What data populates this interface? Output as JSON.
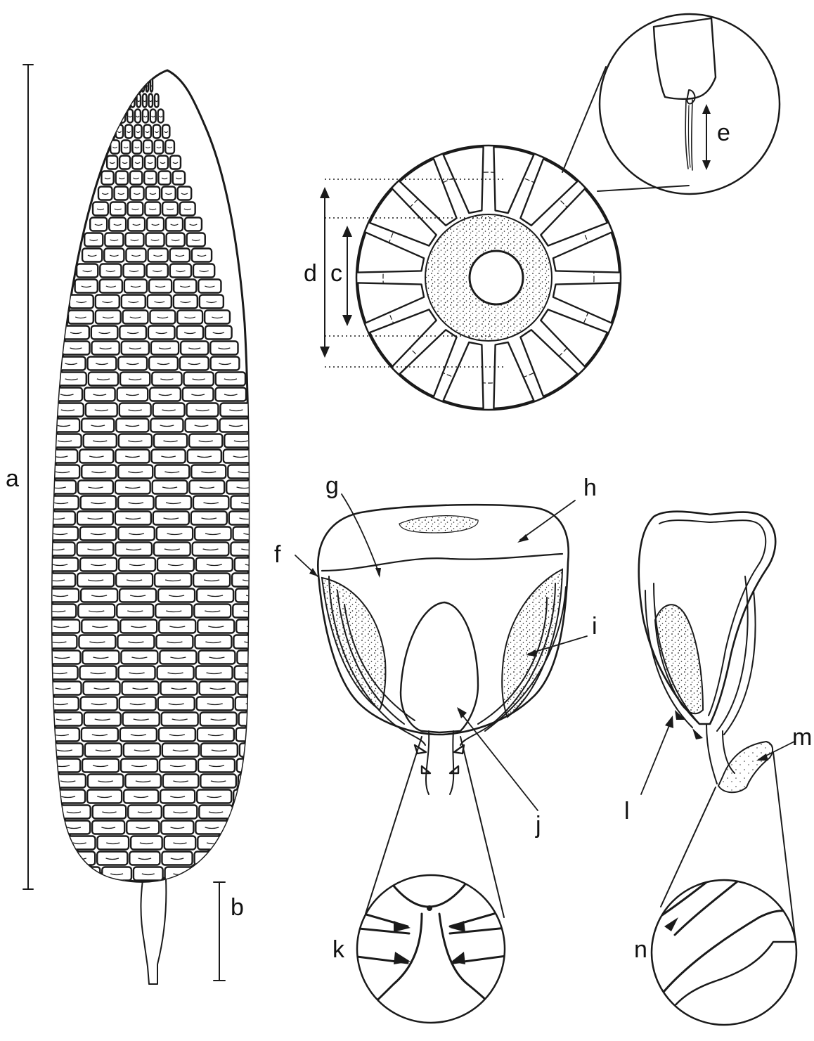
{
  "labels": {
    "a": "a",
    "b": "b",
    "c": "c",
    "d": "d",
    "e": "e",
    "f": "f",
    "g": "g",
    "h": "h",
    "i": "i",
    "j": "j",
    "k": "k",
    "l": "l",
    "m": "m",
    "n": "n"
  },
  "colors": {
    "ink": "#1a1a1a",
    "paper": "#ffffff"
  }
}
